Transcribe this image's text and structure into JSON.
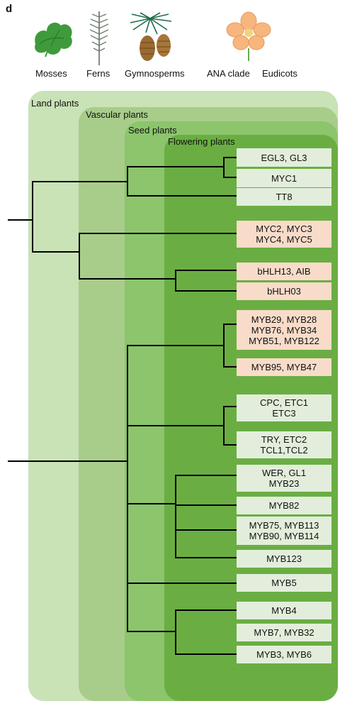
{
  "panel_letter": "d",
  "taxa": [
    "Mosses",
    "Ferns",
    "Gymnosperms",
    "ANA clade",
    "Eudicots"
  ],
  "clades": {
    "land": "Land plants",
    "vascular": "Vascular plants",
    "seed": "Seed plants",
    "flowering": "Flowering plants"
  },
  "colors": {
    "land": "#c9e2b6",
    "vascular": "#a8cd8b",
    "seed": "#8cc56c",
    "flowering": "#6aae43",
    "leaf_green": "#e2eedb",
    "leaf_pink": "#f8dcc9"
  },
  "leaves": [
    {
      "lines": [
        "EGL3, GL3"
      ],
      "color": "green"
    },
    {
      "lines": [
        "MYC1"
      ],
      "color": "green"
    },
    {
      "lines": [
        "TT8"
      ],
      "color": "green"
    },
    {
      "lines": [
        "MYC2, MYC3",
        "MYC4, MYC5"
      ],
      "color": "pink"
    },
    {
      "lines": [
        "bHLH13, AIB"
      ],
      "color": "pink"
    },
    {
      "lines": [
        "bHLH03"
      ],
      "color": "pink"
    },
    {
      "lines": [
        "MYB29, MYB28",
        "MYB76, MYB34",
        "MYB51, MYB122"
      ],
      "color": "pink"
    },
    {
      "lines": [
        "MYB95, MYB47"
      ],
      "color": "pink"
    },
    {
      "lines": [
        "CPC, ETC1",
        "ETC3"
      ],
      "color": "green"
    },
    {
      "lines": [
        "TRY, ETC2",
        "TCL1,TCL2"
      ],
      "color": "green"
    },
    {
      "lines": [
        "WER, GL1",
        "MYB23"
      ],
      "color": "green"
    },
    {
      "lines": [
        "MYB82"
      ],
      "color": "green"
    },
    {
      "lines": [
        "MYB75, MYB113",
        "MYB90, MYB114"
      ],
      "color": "green"
    },
    {
      "lines": [
        "MYB123"
      ],
      "color": "green"
    },
    {
      "lines": [
        "MYB5"
      ],
      "color": "green"
    },
    {
      "lines": [
        "MYB4"
      ],
      "color": "green"
    },
    {
      "lines": [
        "MYB7, MYB32"
      ],
      "color": "green"
    },
    {
      "lines": [
        "MYB3, MYB6"
      ],
      "color": "green"
    }
  ]
}
